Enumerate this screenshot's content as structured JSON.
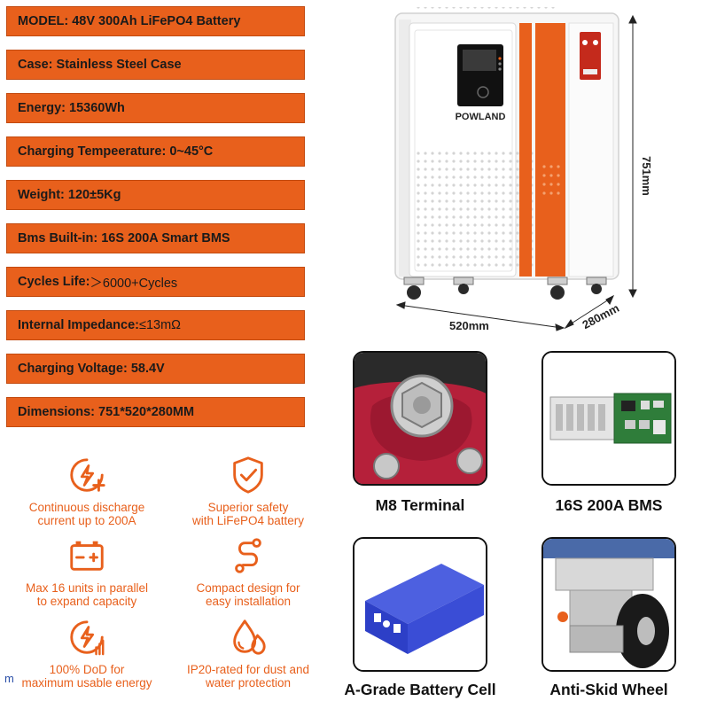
{
  "specs": [
    {
      "label": "MODEL: 48V 300Ah LiFePO4 Battery"
    },
    {
      "label": "Case: Stainless Steel Case"
    },
    {
      "label": "Energy: 15360Wh"
    },
    {
      "label": "Charging Tempeerature: 0~45°C"
    },
    {
      "label": "Weight: 120±5Kg"
    },
    {
      "label": "Bms Built-in: 16S 200A Smart BMS"
    },
    {
      "label": "Cycles Life: ",
      "value": "＞6000+Cycles"
    },
    {
      "label": "Internal Impedance: ",
      "value": "≤13mΩ"
    },
    {
      "label": "Charging Voltage: 58.4V"
    },
    {
      "label": "Dimensions: 751*520*280MM"
    }
  ],
  "features": [
    {
      "icon": "lightning-plus-icon",
      "line1": "Continuous discharge",
      "line2": "current up to 200A"
    },
    {
      "icon": "shield-check-icon",
      "line1": "Superior safety",
      "line2": "with LiFePO4 battery"
    },
    {
      "icon": "battery-icon",
      "line1": "Max 16 units in parallel",
      "line2": "to expand capacity"
    },
    {
      "icon": "cable-icon",
      "line1": "Compact design for",
      "line2": "easy installation"
    },
    {
      "icon": "lightning-bars-icon",
      "line1": "100% DoD for",
      "line2": "maximum usable energy"
    },
    {
      "icon": "water-drops-icon",
      "line1": "IP20-rated for dust and",
      "line2": "water protection"
    }
  ],
  "stray_mark": "m",
  "product": {
    "brand": "POWLAND",
    "height_label": "751mm",
    "width_label": "520mm",
    "depth_label": "280mm"
  },
  "panels": [
    {
      "caption": "M8 Terminal"
    },
    {
      "caption": "16S 200A BMS"
    },
    {
      "caption": "A-Grade Battery Cell"
    },
    {
      "caption": "Anti-Skid Wheel"
    }
  ],
  "colors": {
    "accent": "#e8601c",
    "bar_border": "#c24a0f",
    "terminal_red": "#b5203a",
    "cell_blue": "#2d3fc7",
    "pcb_green": "#2f7d3a"
  }
}
